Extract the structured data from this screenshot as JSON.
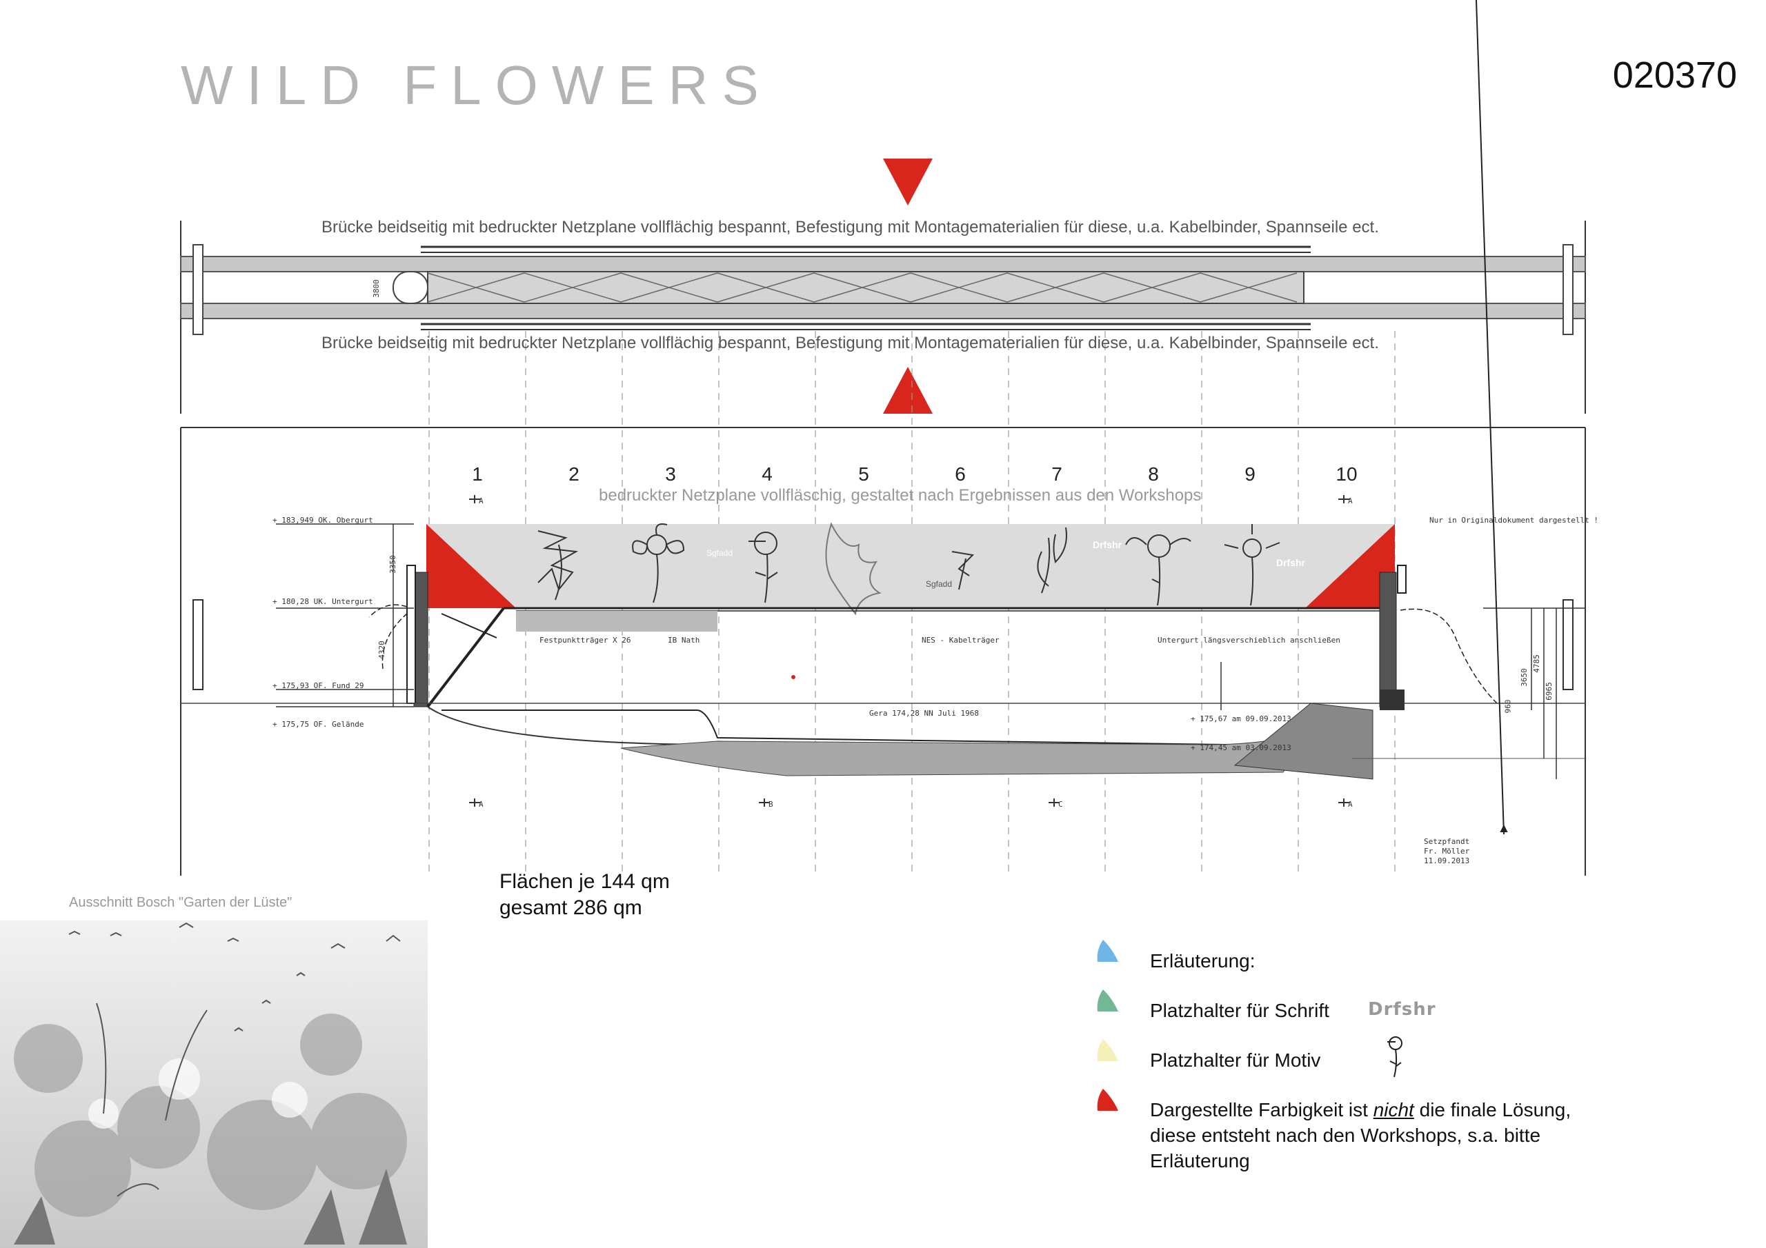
{
  "header": {
    "title": "WILD FLOWERS",
    "project_number": "020370"
  },
  "plan_view": {
    "note_top": "Brücke beidseitig mit bedruckter Netzplane vollflächig bespannt, Befestigung mit Montagematerialien für diese, u.a. Kabelbinder, Spannseile ect.",
    "note_bottom": "Brücke beidseitig mit bedruckter Netzplane vollflächig bespannt, Befestigung mit Montagematerialien für diese, u.a. Kabelbinder, Spannseile ect.",
    "width_dim": "3800"
  },
  "elevation": {
    "panel_numbers": [
      "1",
      "2",
      "3",
      "4",
      "5",
      "6",
      "7",
      "8",
      "9",
      "10"
    ],
    "banner_note": "bedruckter Netzplane vollfläschig, gestaltet nach Ergebnissen aus den Workshops",
    "levels": [
      "+ 183,949 OK. Obergurt",
      "+ 180,28 UK. Untergurt",
      "+ 175,93 OF. Fund 29",
      "+ 175,75 OF. Gelände"
    ],
    "dim_left_upper": "3350",
    "dim_left_lower": "4320",
    "labels": {
      "fixed_beam": "Festpunktträger X 26",
      "ib_nath": "IB Nath",
      "cable_beam": "NES - Kabelträger",
      "lower_chord": "Untergurt längsverschieblich anschließen",
      "top_right": "Nur in Originaldokument dargestellt !",
      "water_level": "Gera 174,28 NN Juli 1968",
      "level_1": "+ 175,67 am 09.09.2013",
      "level_2": "+ 174,45 am 03.09.2013",
      "signature_1": "Setzpfandt",
      "signature_2": "Fr. Möller",
      "signature_3": "11.09.2013"
    },
    "dims_right": [
      "3650",
      "4785",
      "6965",
      "960"
    ],
    "section_marks": [
      "A",
      "A",
      "A",
      "B",
      "C",
      "A"
    ],
    "banner_placeholders": [
      "Sgfadd",
      "Sgfadd",
      "Drfshr",
      "Drfshr"
    ]
  },
  "area": {
    "line1": "Flächen je 144 qm",
    "line2": "gesamt 286 qm"
  },
  "inset": {
    "caption": "Ausschnitt Bosch \"Garten der Lüste\""
  },
  "legend": {
    "items": [
      {
        "label": "Erläuterung:",
        "color": "#6fb6e6"
      },
      {
        "label": "Platzhalter für Schrift",
        "color": "#72b894",
        "sample": "Drfshr"
      },
      {
        "label": "Platzhalter für Motiv",
        "color": "#f4f0b8"
      },
      {
        "label_a": "Dargestellte Farbigkeit ist ",
        "label_em": "nicht",
        "label_b": " die finale Lösung,",
        "line2": "diese entsteht nach den Workshops, s.a. bitte",
        "line3": "Erläuterung",
        "color": "#d9261c"
      }
    ]
  },
  "colors": {
    "accent_red": "#d9261c",
    "banner_gray": "#dcdcdc",
    "title_gray": "#b4b4b4"
  }
}
